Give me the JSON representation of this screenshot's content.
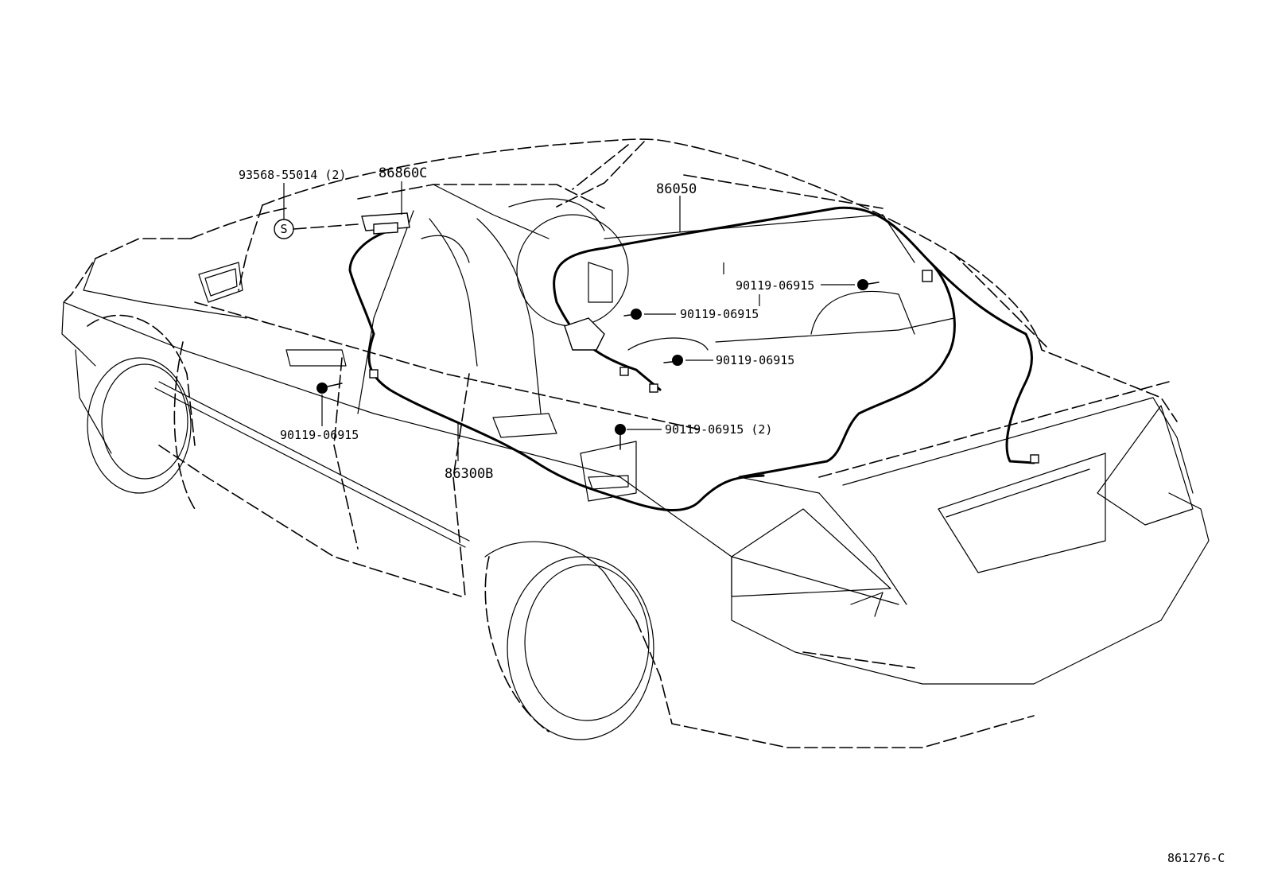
{
  "diagram": {
    "figure_code": "861276-C",
    "labels": {
      "clip_part_no": "93568-55014 (2)",
      "clip_symbol": "S",
      "roof_amp": "86860C",
      "antenna_cord": "86050",
      "bolt_upper_right": "90119-06915",
      "bolt_mid": "90119-06915",
      "bolt_lower_right": "90119-06915",
      "bolt_left": "90119-06915",
      "bolt_double": "90119-06915 (2)",
      "feeder_cord": "86300B"
    }
  }
}
